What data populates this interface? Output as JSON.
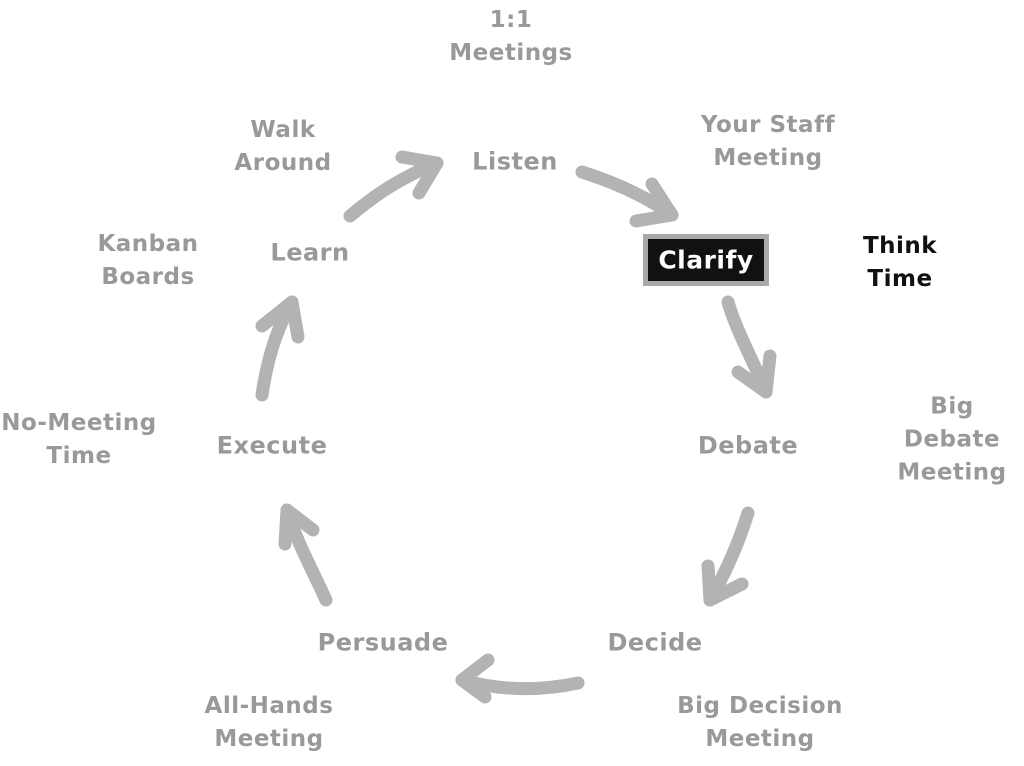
{
  "colors": {
    "gray": "#999999",
    "arrow": "#b3b3b3",
    "dark": "#111111",
    "highlight_border": "#a9a9a9",
    "highlight_text": "#ffffff"
  },
  "cycle": {
    "stages": [
      {
        "label": "Listen"
      },
      {
        "label": "Clarify",
        "highlighted": true
      },
      {
        "label": "Debate"
      },
      {
        "label": "Decide"
      },
      {
        "label": "Persuade"
      },
      {
        "label": "Execute"
      },
      {
        "label": "Learn"
      }
    ],
    "arrow_icon": "curved-arrow-icon"
  },
  "practices": {
    "one_on_one": "1:1\nMeetings",
    "staff_meeting": "Your Staff\nMeeting",
    "think_time": "Think\nTime",
    "big_debate": "Big Debate\nMeeting",
    "big_decision": "Big Decision\nMeeting",
    "all_hands": "All-Hands\nMeeting",
    "no_meeting": "No-Meeting\nTime",
    "kanban": "Kanban\nBoards",
    "walk_around": "Walk\nAround"
  }
}
